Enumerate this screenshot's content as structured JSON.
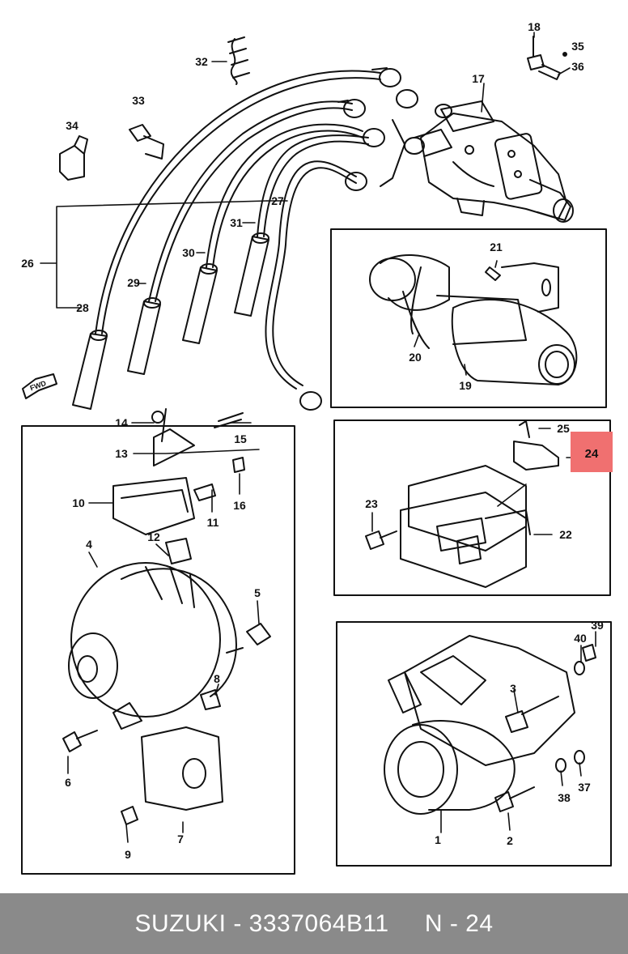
{
  "footer": {
    "brand": "SUZUKI",
    "separator": " - ",
    "part_number": "3337064B11",
    "gap": "     ",
    "reference": "N - 24"
  },
  "highlight": {
    "callout": "24",
    "color": "#f07070"
  },
  "direction_marker": "FWD",
  "callouts": {
    "c1": "1",
    "c2": "2",
    "c3": "3",
    "c4": "4",
    "c5": "5",
    "c6": "6",
    "c7": "7",
    "c8": "8",
    "c9": "9",
    "c10": "10",
    "c11": "11",
    "c12": "12",
    "c13": "13",
    "c14": "14",
    "c15": "15",
    "c16": "16",
    "c17": "17",
    "c18": "18",
    "c19": "19",
    "c20": "20",
    "c21": "21",
    "c22": "22",
    "c23": "23",
    "c25": "25",
    "c26": "26",
    "c27": "27",
    "c28": "28",
    "c29": "29",
    "c30": "30",
    "c31": "31",
    "c32": "32",
    "c33": "33",
    "c34": "34",
    "c35": "35",
    "c36": "36",
    "c37": "37",
    "c38": "38",
    "c39": "39",
    "c40": "40"
  }
}
